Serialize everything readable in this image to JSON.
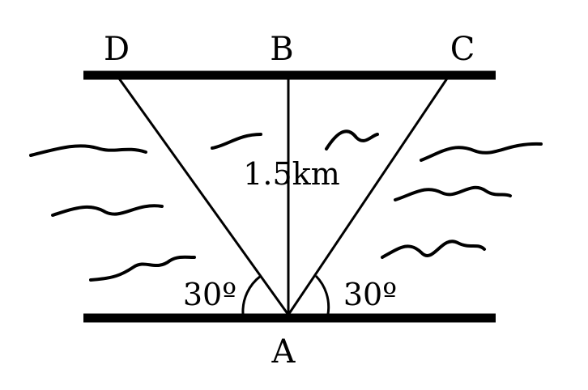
{
  "points": {
    "A": "A",
    "B": "B",
    "C": "C",
    "D": "D"
  },
  "distance_label": "1.5km",
  "angle_left": "30º",
  "angle_right": "30º",
  "colors": {
    "stroke": "#000000",
    "background": "#ffffff"
  }
}
